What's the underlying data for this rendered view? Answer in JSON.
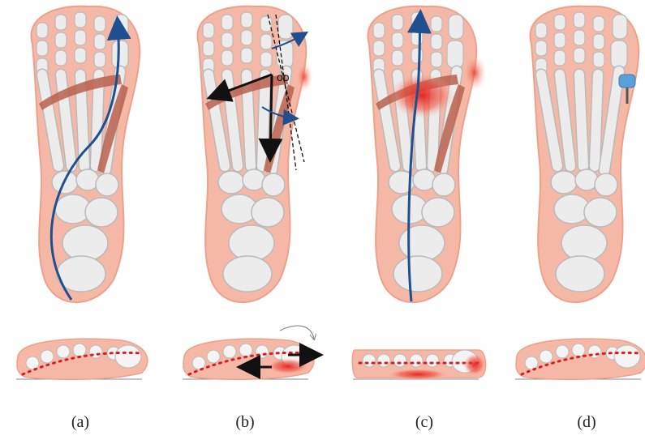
{
  "figure": {
    "panels": [
      {
        "label": "(a)",
        "annotation": ""
      },
      {
        "label": "(b)",
        "annotation": "oo"
      },
      {
        "label": "(c)",
        "annotation": ""
      },
      {
        "label": "(d)",
        "annotation": ""
      }
    ]
  },
  "colors": {
    "skin": "#f6b8a6",
    "skin_dark": "#eea08a",
    "bone": "#ececec",
    "bone_stroke": "#b9b9b9",
    "muscle": "#b8604e",
    "axis_line": "#1f4f8f",
    "arrow": "#111111",
    "inflammation": "#e52a2a",
    "sesamoid_dots": "#d91c1c",
    "implant": "#5aa0d8"
  }
}
